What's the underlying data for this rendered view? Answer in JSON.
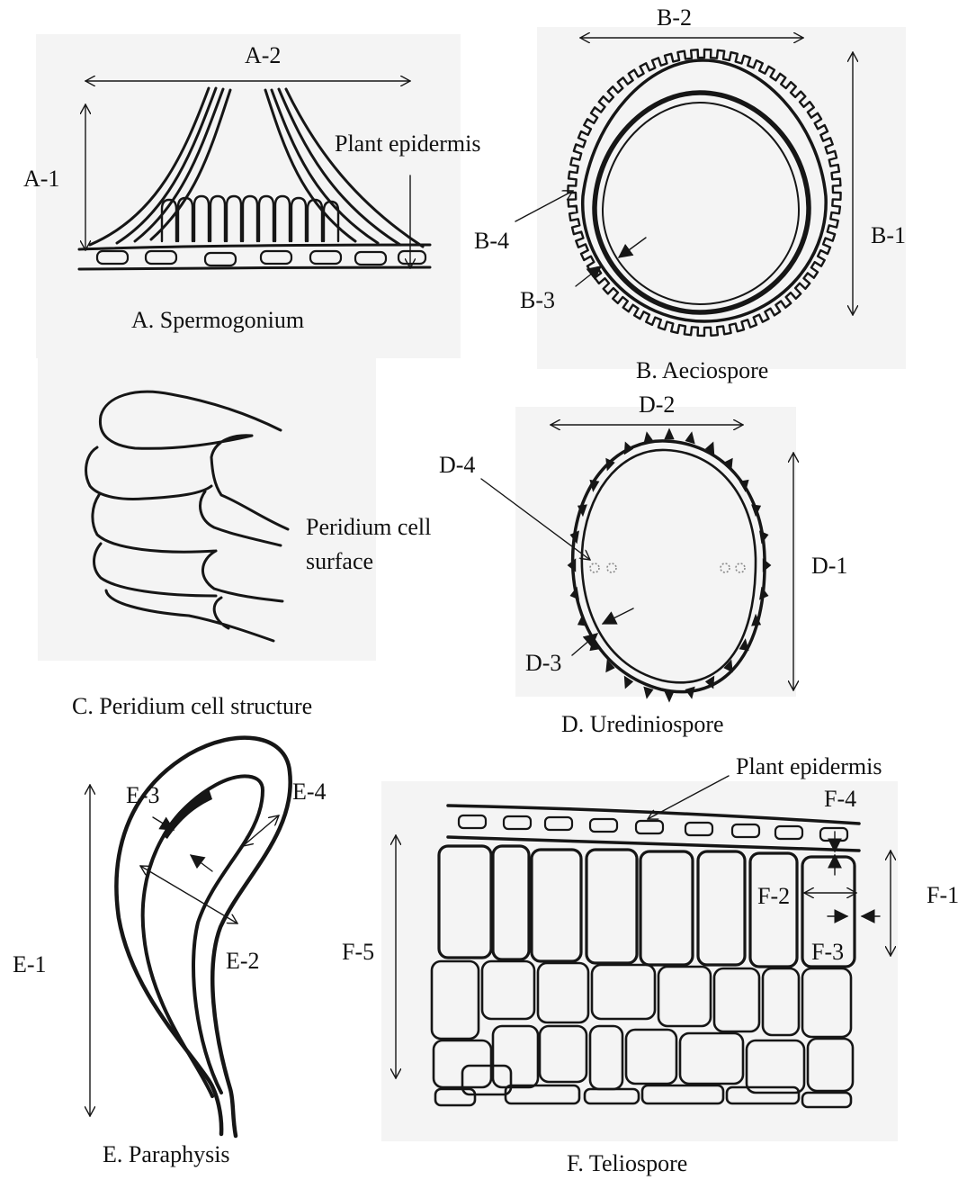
{
  "panels": {
    "A": {
      "caption": "A. Spermogonium",
      "labels": {
        "height": "A-1",
        "width": "A-2",
        "epidermis": "Plant epidermis"
      }
    },
    "B": {
      "caption": "B. Aeciospore",
      "labels": {
        "length": "B-1",
        "width": "B-2",
        "wall": "B-3",
        "ornament": "B-4"
      }
    },
    "C": {
      "caption": "C. Peridium cell structure",
      "labels": {
        "surface_line1": "Peridium cell",
        "surface_line2": "surface"
      }
    },
    "D": {
      "caption": "D. Urediniospore",
      "labels": {
        "length": "D-1",
        "width": "D-2",
        "wall": "D-3",
        "germ_pores": "D-4"
      }
    },
    "E": {
      "caption": "E. Paraphysis",
      "labels": {
        "length": "E-1",
        "width": "E-2",
        "wall": "E-3",
        "apex": "E-4"
      }
    },
    "F": {
      "caption": "F. Teliospore",
      "labels": {
        "cell_length": "F-1",
        "cell_width": "F-2",
        "wall_side": "F-3",
        "wall_top": "F-4",
        "sorus_depth": "F-5",
        "epidermis": "Plant epidermis"
      }
    }
  },
  "colors": {
    "ink": "#161616",
    "paper": "#f4f4f4",
    "background": "#ffffff"
  }
}
